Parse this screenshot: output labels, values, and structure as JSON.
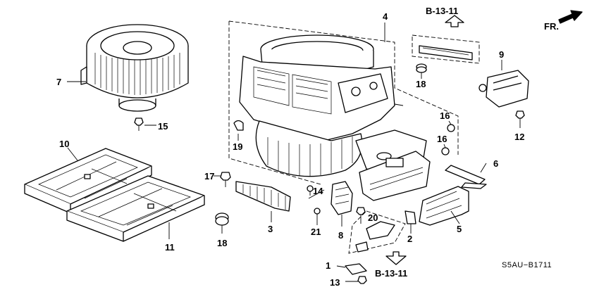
{
  "diagram": {
    "orientation_label": "FR.",
    "reference_code": "S5AU−B1711",
    "cross_refs": {
      "top": "B-13-11",
      "bottom": "B-13-11"
    },
    "callouts": {
      "c1": "1",
      "c2": "2",
      "c3": "3",
      "c4": "4",
      "c5": "5",
      "c6": "6",
      "c7": "7",
      "c8": "8",
      "c9": "9",
      "c10": "10",
      "c11": "11",
      "c12": "12",
      "c13": "13",
      "c14": "14",
      "c15": "15",
      "c16a": "16",
      "c16b": "16",
      "c17": "17",
      "c18a": "18",
      "c18b": "18",
      "c19": "19",
      "c20": "20",
      "c21": "21"
    }
  },
  "style": {
    "line_color": "#000000",
    "background": "#ffffff"
  }
}
